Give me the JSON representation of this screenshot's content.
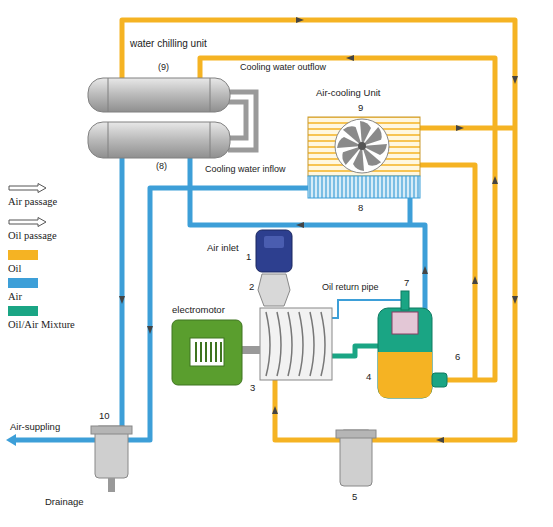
{
  "diagram": {
    "labels": [
      "water chilling unit",
      "(9)",
      "Cooling water outflow",
      "(8)",
      "Cooling water inflow",
      "Air-cooling Unit",
      "9",
      "8",
      "Air inlet",
      "1",
      "2",
      "Oil return pipe",
      "7",
      "electromotor",
      "3",
      "4",
      "6",
      "Air-suppling",
      "10",
      "Drainage",
      "5"
    ],
    "legend": [
      {
        "text": "Air passage"
      },
      {
        "text": "Oil passage"
      },
      {
        "text": "Oil",
        "color": "#f5b323"
      },
      {
        "text": "Air",
        "color": "#3d9fd8"
      },
      {
        "text": "Oil/Air Mixture",
        "color": "#1aa584"
      }
    ]
  }
}
